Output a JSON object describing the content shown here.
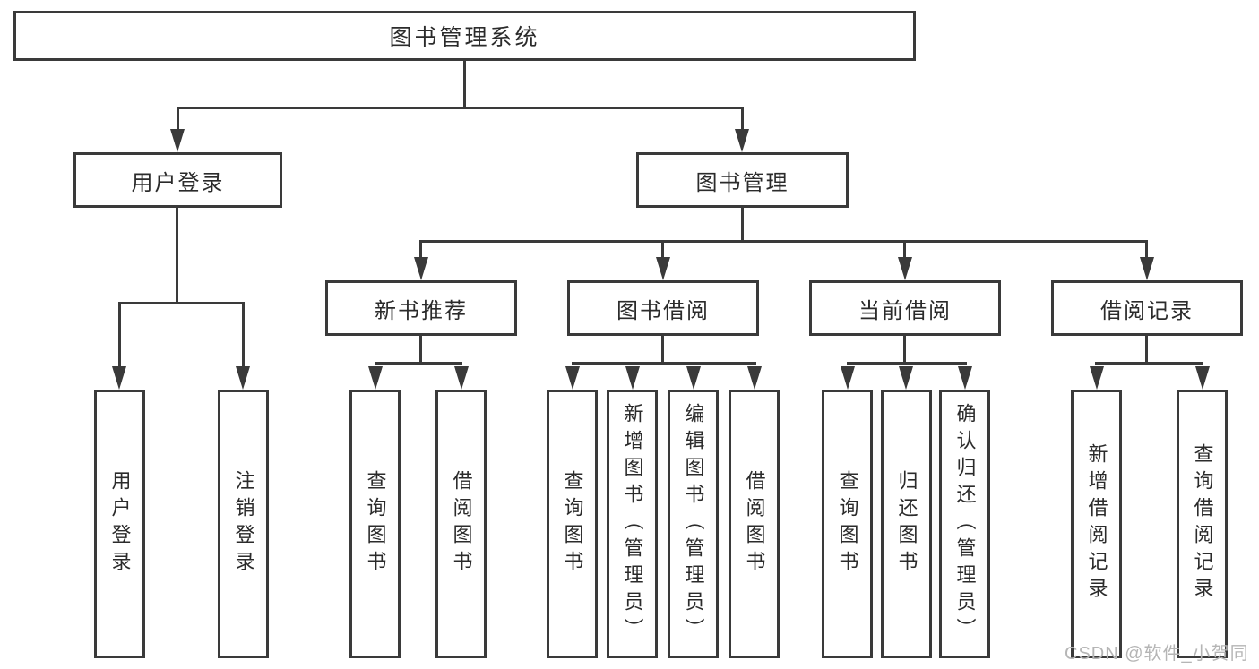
{
  "diagram": {
    "root": {
      "label": "图书管理系统"
    },
    "branches": [
      {
        "label": "用户登录",
        "leaves": [
          {
            "label": "用户登录"
          },
          {
            "label": "注销登录"
          }
        ]
      },
      {
        "label": "图书管理",
        "groups": [
          {
            "label": "新书推荐",
            "leaves": [
              {
                "label": "查询图书"
              },
              {
                "label": "借阅图书"
              }
            ]
          },
          {
            "label": "图书借阅",
            "leaves": [
              {
                "label": "查询图书"
              },
              {
                "label": "新增图书（管理员）"
              },
              {
                "label": "编辑图书（管理员）"
              },
              {
                "label": "借阅图书"
              }
            ]
          },
          {
            "label": "当前借阅",
            "leaves": [
              {
                "label": "查询图书"
              },
              {
                "label": "归还图书"
              },
              {
                "label": "确认归还（管理员）"
              }
            ]
          },
          {
            "label": "借阅记录",
            "leaves": [
              {
                "label": "新增借阅记录"
              },
              {
                "label": "查询借阅记录"
              }
            ]
          }
        ]
      }
    ]
  },
  "watermark": {
    "text": "CSDN @软件_小贺同学"
  },
  "colors": {
    "line": "#3a3a3a",
    "text": "#2b2b2b",
    "watermark": "#b5b5b5",
    "background": "#ffffff"
  }
}
